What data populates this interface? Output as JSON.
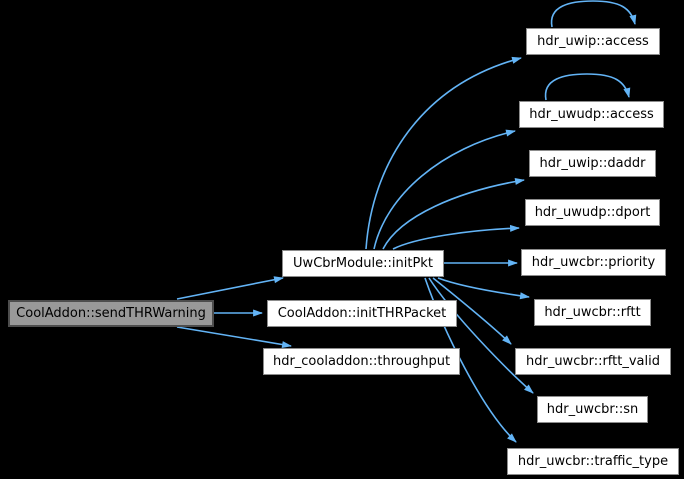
{
  "diagram": {
    "type": "call-graph",
    "colors": {
      "background": "#000000",
      "edge": "#63B4F6",
      "node_fill": "#FFFFFF",
      "node_border": "#8C8C8C",
      "node_text": "#000000",
      "highlight_fill": "#999999",
      "highlight_border": "#4D4D4D"
    },
    "nodes": {
      "send_thr_warning": "CoolAddon::sendTHRWarning",
      "init_pkt": "UwCbrModule::initPkt",
      "init_thr_packet": "CoolAddon::initTHRPacket",
      "throughput": "hdr_cooladdon::throughput",
      "uwip_access": "hdr_uwip::access",
      "uwudp_access": "hdr_uwudp::access",
      "uwip_daddr": "hdr_uwip::daddr",
      "uwudp_dport": "hdr_uwudp::dport",
      "uwcbr_priority": "hdr_uwcbr::priority",
      "uwcbr_rftt": "hdr_uwcbr::rftt",
      "uwcbr_rftt_valid": "hdr_uwcbr::rftt_valid",
      "uwcbr_sn": "hdr_uwcbr::sn",
      "uwcbr_traffic_type": "hdr_uwcbr::traffic_type"
    },
    "edges": [
      {
        "from": "CoolAddon::sendTHRWarning",
        "to": "UwCbrModule::initPkt"
      },
      {
        "from": "CoolAddon::sendTHRWarning",
        "to": "CoolAddon::initTHRPacket"
      },
      {
        "from": "CoolAddon::sendTHRWarning",
        "to": "hdr_cooladdon::throughput"
      },
      {
        "from": "UwCbrModule::initPkt",
        "to": "hdr_uwip::access"
      },
      {
        "from": "UwCbrModule::initPkt",
        "to": "hdr_uwudp::access"
      },
      {
        "from": "UwCbrModule::initPkt",
        "to": "hdr_uwip::daddr"
      },
      {
        "from": "UwCbrModule::initPkt",
        "to": "hdr_uwudp::dport"
      },
      {
        "from": "UwCbrModule::initPkt",
        "to": "hdr_uwcbr::priority"
      },
      {
        "from": "UwCbrModule::initPkt",
        "to": "hdr_uwcbr::rftt"
      },
      {
        "from": "UwCbrModule::initPkt",
        "to": "hdr_uwcbr::rftt_valid"
      },
      {
        "from": "UwCbrModule::initPkt",
        "to": "hdr_uwcbr::sn"
      },
      {
        "from": "UwCbrModule::initPkt",
        "to": "hdr_uwcbr::traffic_type"
      },
      {
        "from": "hdr_uwip::access",
        "to": "hdr_uwip::access",
        "self_loop": true
      },
      {
        "from": "hdr_uwudp::access",
        "to": "hdr_uwudp::access",
        "self_loop": true
      }
    ]
  }
}
